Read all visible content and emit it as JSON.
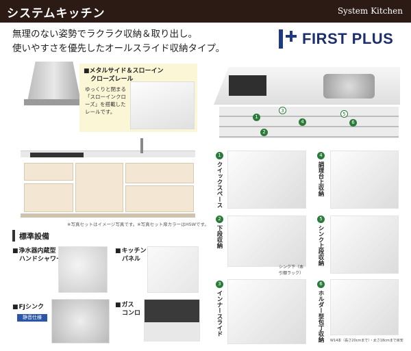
{
  "header": {
    "title_ja": "システムキッチン",
    "title_en": "System Kitchen"
  },
  "intro": {
    "line1": "無理のない姿勢でラクラク収納＆取り出し。",
    "line2": "使いやすさを優先したオールスライド収納タイプ。"
  },
  "brand": {
    "name": "FIRST PLUS",
    "color": "#1d2f6b"
  },
  "callout": {
    "title_line1": "■メタルサイド＆スローイン",
    "title_line2": "クローズレール",
    "body": "ゆっくりと閉まる「スローインクローズ」を搭載したレールです。"
  },
  "note": "※写真セットはイメージ写真です。※写真セット扉カラーはHSWです。",
  "standard": {
    "title": "標準設備",
    "items": [
      {
        "line1": "浄水器内蔵型",
        "line2": "ハンドシャワー"
      },
      {
        "line1": "キッチン",
        "line2": "パネル"
      },
      {
        "line1": "FJシンク",
        "badge": "静音仕様"
      },
      {
        "line1": "ガス",
        "line2": "コンロ"
      }
    ]
  },
  "features": [
    {
      "no": "1",
      "label": "クイックスペース"
    },
    {
      "no": "2",
      "label": "下段収納"
    },
    {
      "no": "3",
      "label": "インナースライド"
    },
    {
      "no": "4",
      "label": "調理台上収納"
    },
    {
      "no": "5",
      "label": "シンク上段収納"
    },
    {
      "no": "6",
      "label": "ホルダー型包丁収納"
    }
  ],
  "captions": {
    "rack": "シンク下（本引棚ラック）",
    "size": "W14本（長さ20cmまで）・太さ18cmまで目安"
  },
  "diagram_numbers": [
    "1",
    "2",
    "3",
    "4",
    "5",
    "6"
  ]
}
